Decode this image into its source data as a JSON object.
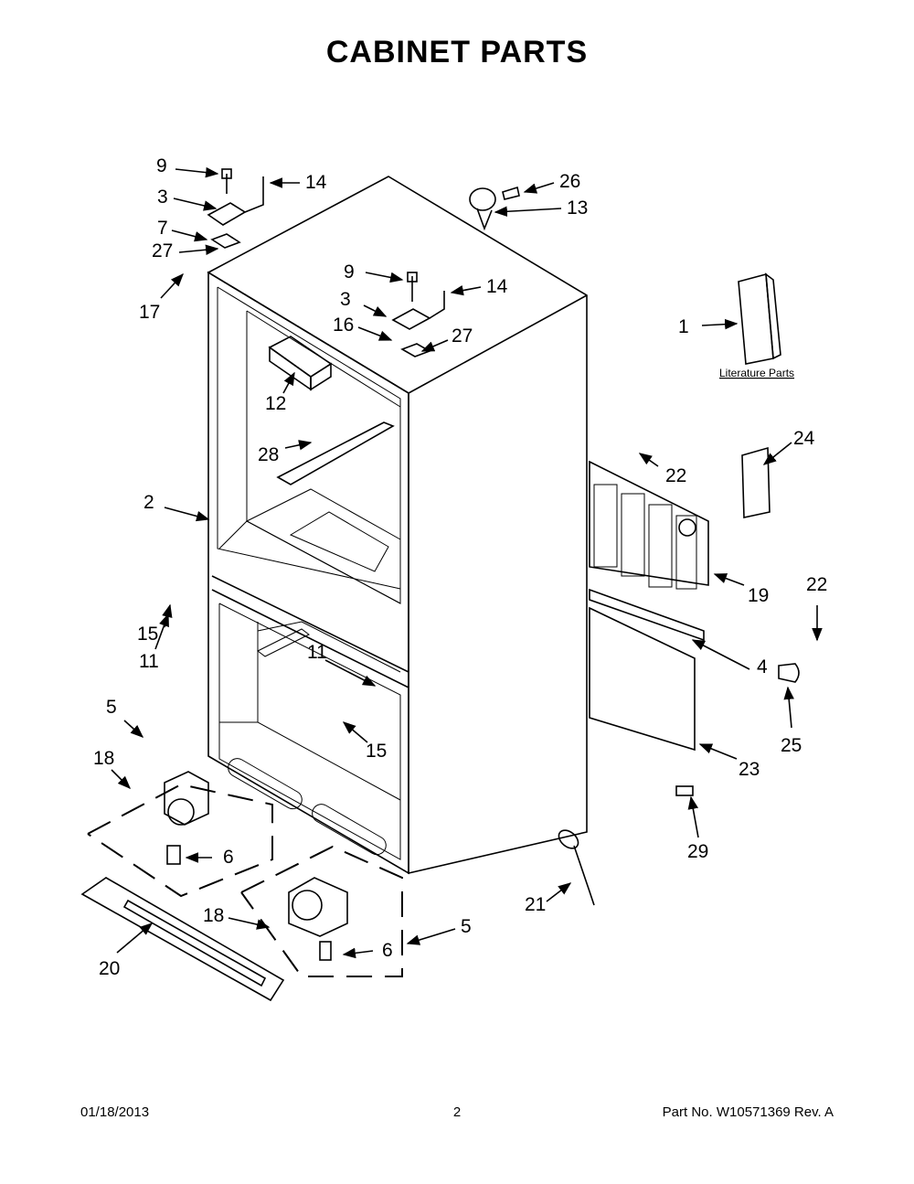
{
  "title": "CABINET PARTS",
  "literature_label": "Literature Parts",
  "callouts": [
    {
      "num": "9"
    },
    {
      "num": "14"
    },
    {
      "num": "3"
    },
    {
      "num": "7"
    },
    {
      "num": "27"
    },
    {
      "num": "17"
    },
    {
      "num": "26"
    },
    {
      "num": "13"
    },
    {
      "num": "9"
    },
    {
      "num": "14"
    },
    {
      "num": "3"
    },
    {
      "num": "16"
    },
    {
      "num": "27"
    },
    {
      "num": "1"
    },
    {
      "num": "12"
    },
    {
      "num": "28"
    },
    {
      "num": "22"
    },
    {
      "num": "24"
    },
    {
      "num": "2"
    },
    {
      "num": "19"
    },
    {
      "num": "22"
    },
    {
      "num": "15"
    },
    {
      "num": "11"
    },
    {
      "num": "11"
    },
    {
      "num": "4"
    },
    {
      "num": "5"
    },
    {
      "num": "15"
    },
    {
      "num": "25"
    },
    {
      "num": "18"
    },
    {
      "num": "23"
    },
    {
      "num": "29"
    },
    {
      "num": "6"
    },
    {
      "num": "21"
    },
    {
      "num": "18"
    },
    {
      "num": "5"
    },
    {
      "num": "6"
    },
    {
      "num": "20"
    }
  ],
  "footer": {
    "date": "01/18/2013",
    "page": "2",
    "part": "Part No.  W10571369  Rev.  A"
  }
}
